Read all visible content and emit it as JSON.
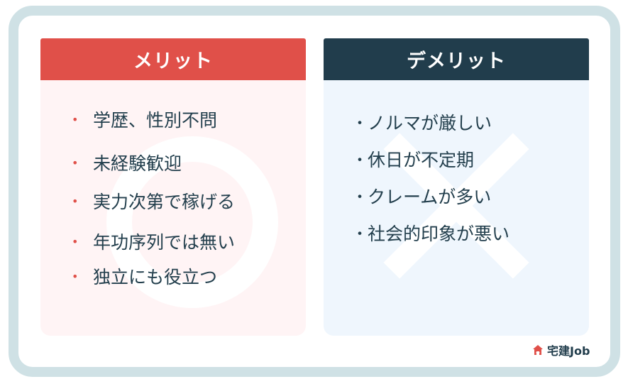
{
  "merits": {
    "title": "メリット",
    "color": "#e05049",
    "panel_color": "#fff4f5",
    "background_icon": "circle-icon",
    "items": [
      "学歴、性別不問",
      "未経験歓迎",
      "実力次第で稼げる",
      "年功序列では無い",
      "独立にも役立つ"
    ]
  },
  "demerits": {
    "title": "デメリット",
    "color": "#213d4c",
    "panel_color": "#eff6fd",
    "background_icon": "cross-icon",
    "items": [
      "ノルマが厳しい",
      "休日が不定期",
      "クレームが多い",
      "社会的印象が悪い"
    ]
  },
  "bullets": {
    "merit": "•",
    "demerit": "・"
  },
  "logo": {
    "icon": "house-icon",
    "text": "宅建Job"
  },
  "frame_color": "#cfe1e5"
}
